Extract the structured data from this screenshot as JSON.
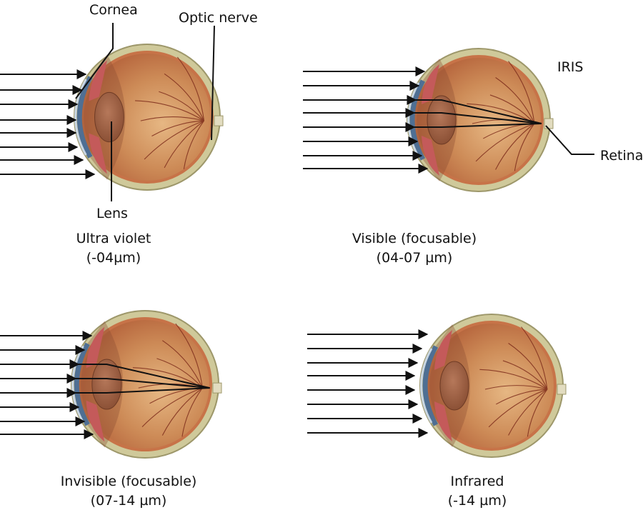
{
  "labels": {
    "cornea": "Cornea",
    "optic_nerve": "Optic nerve",
    "iris": "IRIS",
    "retina": "Retina",
    "lens": "Lens"
  },
  "panels": [
    {
      "id": "ultra-violet",
      "title": "Ultra violet",
      "range": "(-04µm)",
      "rays_focused": false
    },
    {
      "id": "visible",
      "title": "Visible (focusable)",
      "range": "(04-07 µm)",
      "rays_focused": true
    },
    {
      "id": "invisible",
      "title": "Invisible (focusable)",
      "range": "(07-14 µm)",
      "rays_focused": true
    },
    {
      "id": "infrared",
      "title": "Infrared",
      "range": "(-14 µm)",
      "rays_focused": false
    }
  ],
  "colors": {
    "sclera": "#cfc99a",
    "sclera_edge": "#9d976a",
    "choroid": "#c77348",
    "interior": "#c98956",
    "interior_light": "#e2b281",
    "vessel": "#7e2d1c",
    "ciliary": "#c45a5a",
    "cornea_blue": "#4f6f93",
    "lens": "#a26545",
    "ray": "#111111"
  }
}
